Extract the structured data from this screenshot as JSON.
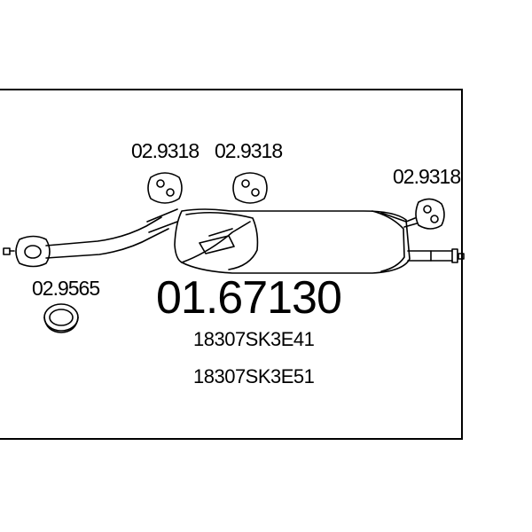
{
  "diagram": {
    "main_part_number": "01.67130",
    "oem_numbers": [
      "18307SK3E41",
      "18307SK3E51"
    ],
    "hanger_labels": [
      "02.9318",
      "02.9318",
      "02.9318"
    ],
    "ring_label": "02.9565",
    "icons": [
      "exhaust-silencer-icon",
      "rubber-hanger-icon",
      "sealing-ring-icon",
      "flange-gasket-icon"
    ]
  }
}
